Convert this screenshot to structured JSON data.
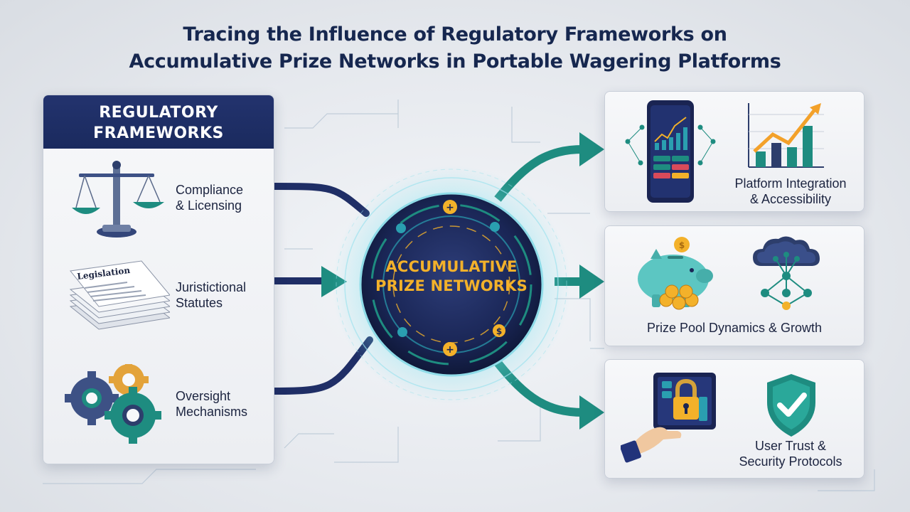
{
  "title": {
    "line1": "Tracing the Influence of Regulatory Frameworks on",
    "line2": "Accumulative Prize Networks in Portable Wagering Platforms"
  },
  "left_panel": {
    "header_line1": "REGULATORY",
    "header_line2": "FRAMEWORKS",
    "items": [
      {
        "icon": "scales-of-justice-icon",
        "label_line1": "Compliance",
        "label_line2": "& Licensing"
      },
      {
        "icon": "legislation-documents-icon",
        "document_text": "Legislation",
        "label_line1": "Juristictional",
        "label_line2": "Statutes"
      },
      {
        "icon": "gears-icon",
        "label_line1": "Oversight",
        "label_line2": "Mechanisms"
      }
    ]
  },
  "center": {
    "line1": "ACCUMULATIVE",
    "line2": "PRIZE NETWORKS"
  },
  "right_cards": [
    {
      "icons": [
        "smartphone-dashboard-icon",
        "growth-bar-chart-icon"
      ],
      "label_line1": "Platform Integration",
      "label_line2": "& Accessibility"
    },
    {
      "icons": [
        "piggy-bank-coins-icon",
        "cloud-network-icon"
      ],
      "label_line1": "Prize Pool Dynamics & Growth"
    },
    {
      "icons": [
        "hand-tablet-lock-icon",
        "shield-check-icon"
      ],
      "label_line1": "User Trust &",
      "label_line2": "Security Protocols"
    }
  ],
  "colors": {
    "navy": "#1a2a5e",
    "teal": "#1e8c80",
    "gold": "#f3b12a",
    "text": "#1c2440"
  }
}
